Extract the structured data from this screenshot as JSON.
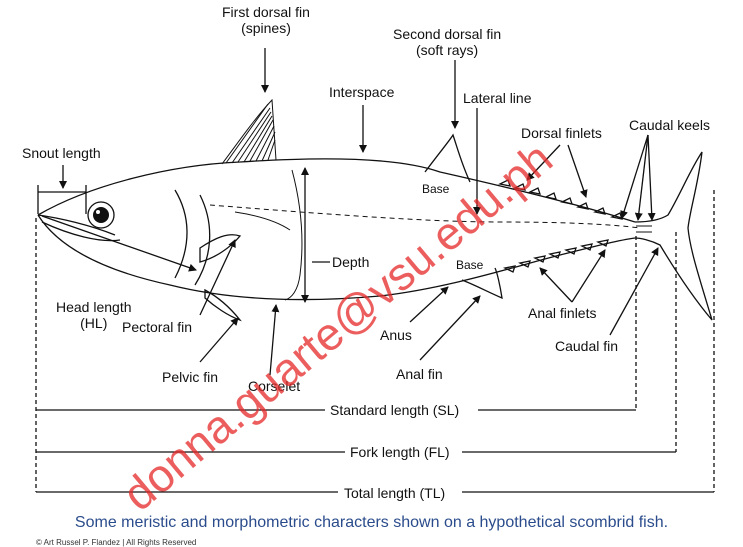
{
  "labels": {
    "first_dorsal_fin": "First dorsal fin",
    "first_dorsal_fin_sub": "(spines)",
    "second_dorsal_fin": "Second dorsal fin",
    "second_dorsal_fin_sub": "(soft rays)",
    "interspace": "Interspace",
    "lateral_line": "Lateral line",
    "dorsal_finlets": "Dorsal finlets",
    "caudal_keels": "Caudal keels",
    "snout_length": "Snout  length",
    "base_dorsal": "Base",
    "base_anal": "Base",
    "depth": "Depth",
    "head_length": "Head length",
    "head_length_abbr": "(HL)",
    "pectoral_fin": "Pectoral fin",
    "anus": "Anus",
    "anal_finlets": "Anal finlets",
    "caudal_fin": "Caudal fin",
    "pelvic_fin": "Pelvic fin",
    "corselet": "Corselet",
    "anal_fin": "Anal fin",
    "standard_length": "Standard length (SL)",
    "fork_length": "Fork length (FL)",
    "total_length": "Total length (TL)"
  },
  "caption": "Some meristic and morphometric characters shown on a hypothetical scombrid fish.",
  "copyright": "© Art Russel P. Flandez | All Rights Reserved",
  "watermark": "donna.guarte@vsu.edu.ph",
  "colors": {
    "caption": "#2b4c8c",
    "watermark": "#e62828",
    "ink": "#111111"
  }
}
